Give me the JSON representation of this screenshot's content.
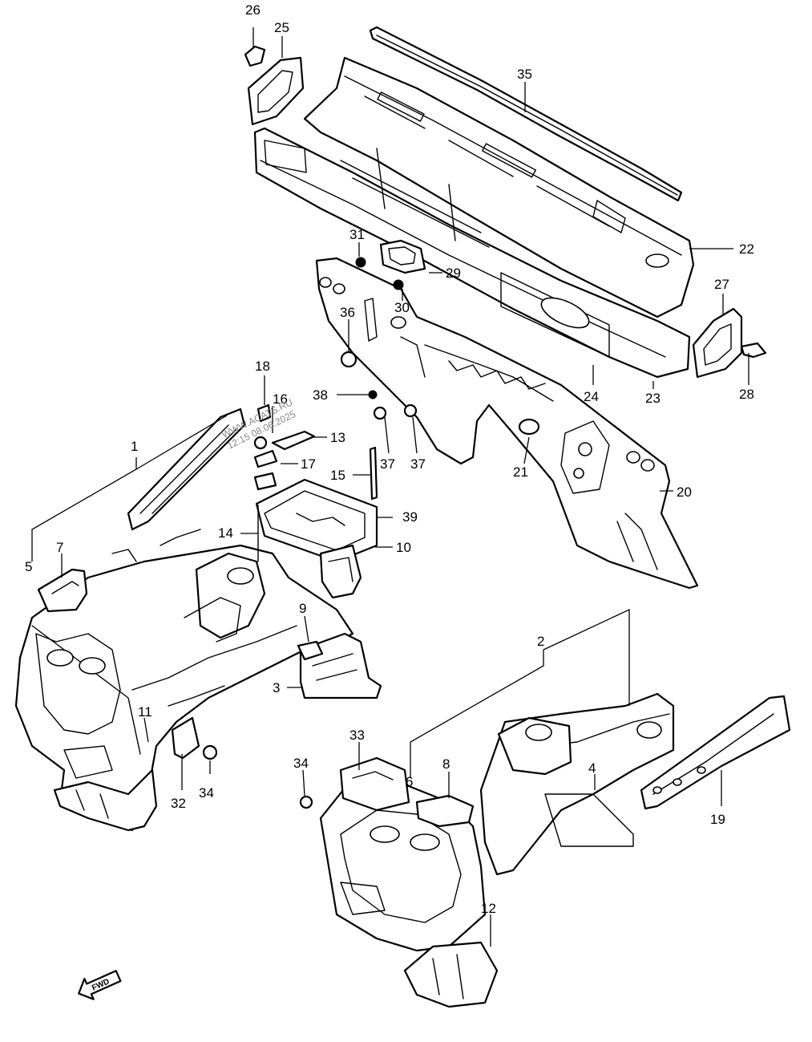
{
  "labels": [
    {
      "id": "1",
      "text": "1"
    },
    {
      "id": "2",
      "text": "2"
    },
    {
      "id": "3",
      "text": "3"
    },
    {
      "id": "4",
      "text": "4"
    },
    {
      "id": "5",
      "text": "5"
    },
    {
      "id": "6",
      "text": "6"
    },
    {
      "id": "7",
      "text": "7"
    },
    {
      "id": "8",
      "text": "8"
    },
    {
      "id": "9",
      "text": "9"
    },
    {
      "id": "10",
      "text": "10"
    },
    {
      "id": "11",
      "text": "11"
    },
    {
      "id": "12",
      "text": "12"
    },
    {
      "id": "13",
      "text": "13"
    },
    {
      "id": "14",
      "text": "14"
    },
    {
      "id": "15",
      "text": "15"
    },
    {
      "id": "16",
      "text": "16"
    },
    {
      "id": "17",
      "text": "17"
    },
    {
      "id": "18",
      "text": "18"
    },
    {
      "id": "19",
      "text": "19"
    },
    {
      "id": "20",
      "text": "20"
    },
    {
      "id": "21",
      "text": "21"
    },
    {
      "id": "22",
      "text": "22"
    },
    {
      "id": "23",
      "text": "23"
    },
    {
      "id": "24",
      "text": "24"
    },
    {
      "id": "25",
      "text": "25"
    },
    {
      "id": "26",
      "text": "26"
    },
    {
      "id": "27",
      "text": "27"
    },
    {
      "id": "28",
      "text": "28"
    },
    {
      "id": "29",
      "text": "29"
    },
    {
      "id": "30",
      "text": "30"
    },
    {
      "id": "31",
      "text": "31"
    },
    {
      "id": "32",
      "text": "32"
    },
    {
      "id": "33",
      "text": "33"
    },
    {
      "id": "34a",
      "text": "34"
    },
    {
      "id": "34b",
      "text": "34"
    },
    {
      "id": "35",
      "text": "35"
    },
    {
      "id": "36",
      "text": "36"
    },
    {
      "id": "37a",
      "text": "37"
    },
    {
      "id": "37b",
      "text": "37"
    },
    {
      "id": "38",
      "text": "38"
    },
    {
      "id": "39",
      "text": "39"
    }
  ],
  "watermark": {
    "line1": "WWW.ACATS.RU",
    "line2": "12:15 08.06.2025"
  },
  "fwd_label": "FWD"
}
